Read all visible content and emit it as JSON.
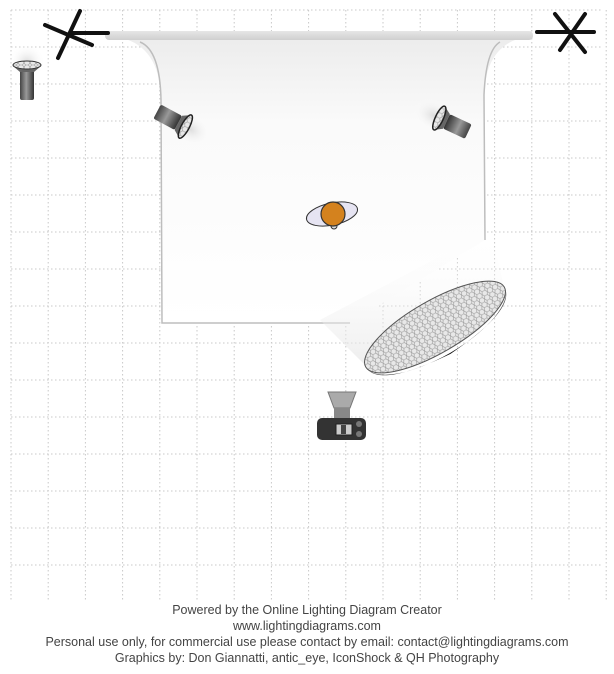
{
  "diagram": {
    "items": [
      "backdrop-stand-left",
      "backdrop-stand-right",
      "backdrop-paper",
      "spotlight-left",
      "spotlight-right",
      "background-light",
      "subject",
      "beauty-dish",
      "camera"
    ],
    "colors": {
      "subject": "#d4821e",
      "grid": "#c8c8c8",
      "paper_edge": "#bdbdbd"
    }
  },
  "footer": {
    "title": "Powered by the Online Lighting Diagram Creator",
    "url": "www.lightingdiagrams.com",
    "license": "Personal use only, for commercial use please contact by email: contact@lightingdiagrams.com",
    "credits": "Graphics by: Don Giannatti, antic_eye, IconShock & QH Photography"
  }
}
